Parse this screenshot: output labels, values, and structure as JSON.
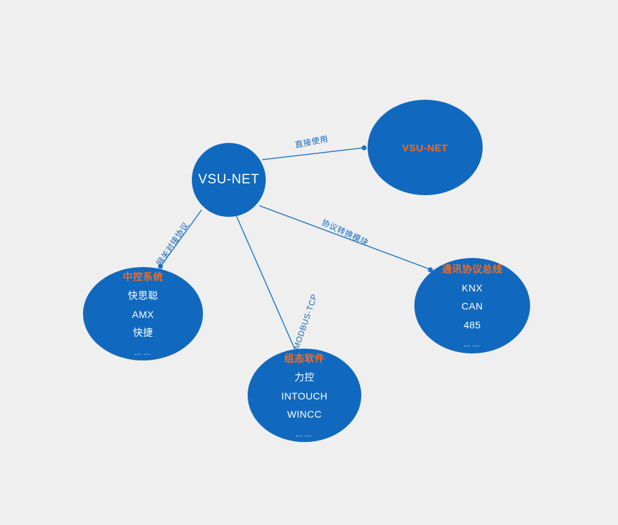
{
  "diagram": {
    "colors": {
      "background": "#efefef",
      "node_fill": "#1069be",
      "accent_orange": "#f26c21",
      "edge_stroke": "#1b74c4",
      "node_text": "#ffffff"
    },
    "center_node": {
      "label": "VSU-NET"
    },
    "nodes": [
      {
        "id": "vsunet",
        "title": "VSU-NET",
        "items": [],
        "ellipsis": ""
      },
      {
        "id": "control",
        "title": "中控系统",
        "items": [
          "快思聪",
          "AMX",
          "快捷"
        ],
        "ellipsis": "……"
      },
      {
        "id": "scada",
        "title": "组态软件",
        "items": [
          "力控",
          "INTOUCH",
          "WINCC"
        ],
        "ellipsis": "……"
      },
      {
        "id": "protocol",
        "title": "通讯协议总线",
        "items": [
          "KNX",
          "CAN",
          "485"
        ],
        "ellipsis": "……"
      }
    ],
    "edges": [
      {
        "id": "direct",
        "label": "直接使用",
        "from": "center",
        "to": "vsunet"
      },
      {
        "id": "gateway",
        "label": "网关对接协议",
        "from": "center",
        "to": "control"
      },
      {
        "id": "modbus",
        "label": "MODBUS-TCP",
        "from": "center",
        "to": "scada"
      },
      {
        "id": "converter",
        "label": "协议转换模块",
        "from": "center",
        "to": "protocol"
      }
    ]
  }
}
